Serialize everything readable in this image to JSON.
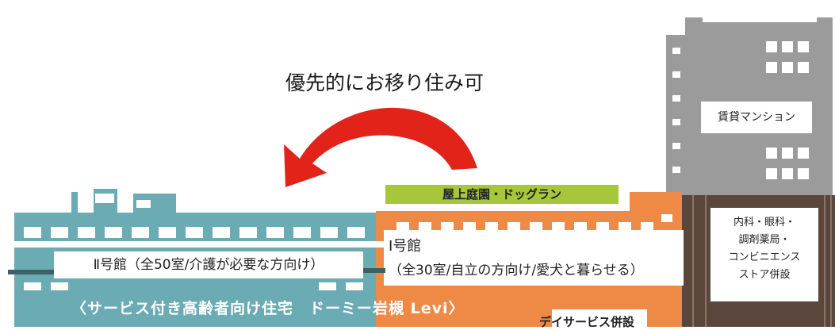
{
  "diagram": {
    "move_label": "優先的にお移り住み可",
    "rooftop_label": "屋上庭園・ドッグラン",
    "annex2_label": "Ⅱ号館（全50室/介護が必要な方向け）",
    "annex1_title": "Ⅰ号館",
    "annex1_desc": "（全30室/自立の方向け/愛犬と暮らせる）",
    "facility_name": "〈サービス付き高齢者向け住宅　ドーミー岩槻 Levi〉",
    "dayservice_label": "デイサービス併設",
    "rental_label": "賃貸マンション",
    "tenant_lines": [
      "内科・眼科・",
      "調剤薬局・",
      "コンビニエンス",
      "ストア併設"
    ]
  },
  "colors": {
    "annex2": "#6aabb4",
    "annex1": "#ee8a45",
    "tower": "#9b9b9b",
    "tower_base": "#5a463a",
    "rooftop": "#a6c63b",
    "arrow": "#e2231a"
  }
}
